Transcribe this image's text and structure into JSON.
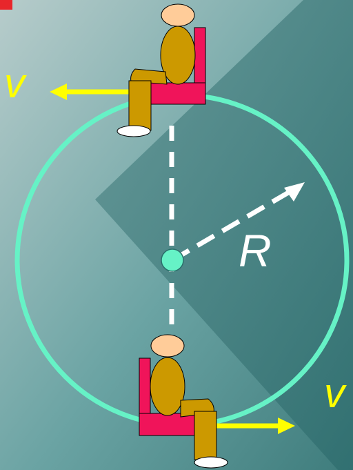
{
  "colors": {
    "bg_light": "#a9c4c3",
    "bg_mid": "#5f9a9a",
    "bg_dark": "#3e7878",
    "circle": "#66f2c6",
    "center": "#66f2c6",
    "velocity_arrow": "#ffff00",
    "radius_arrow": "#ffffff",
    "seat": "#f0145a",
    "body": "#cc9900",
    "head": "#ffcc99",
    "shoe": "#ffffff",
    "corner_marker": "#e8262b"
  },
  "labels": {
    "top_velocity": "v",
    "bottom_velocity": "v",
    "radius": "R"
  },
  "icons": {
    "top_rider": "seated-person-icon",
    "bottom_rider": "seated-person-icon"
  }
}
